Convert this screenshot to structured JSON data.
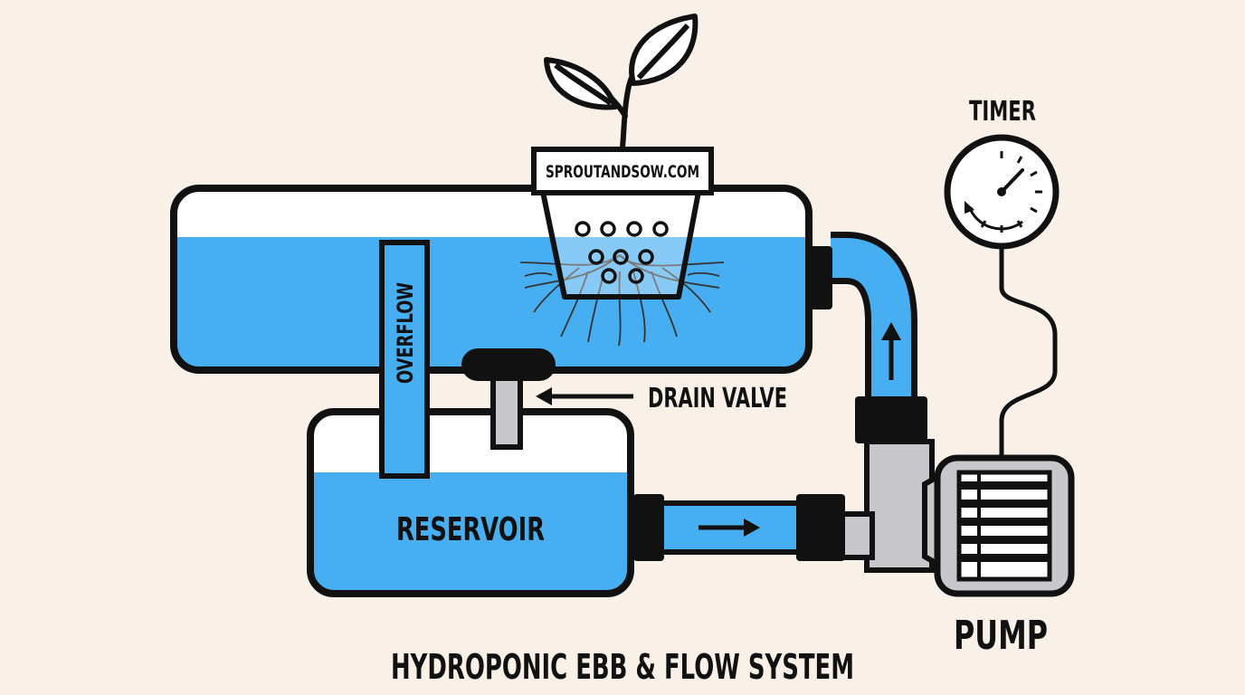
{
  "diagram": {
    "title": "HYDROPONIC EBB & FLOW SYSTEM",
    "labels": {
      "timer": "TIMER",
      "drain_valve": "DRAIN VALVE",
      "overflow": "OVERFLOW",
      "reservoir": "RESERVOIR",
      "pump": "PUMP",
      "pot_brand": "SPROUTANDSOW.COM"
    },
    "colors": {
      "background": "#f9f0e8",
      "water": "#47aef2",
      "outline": "#111111",
      "pipe_gray": "#c8c8cc",
      "white": "#ffffff"
    }
  }
}
